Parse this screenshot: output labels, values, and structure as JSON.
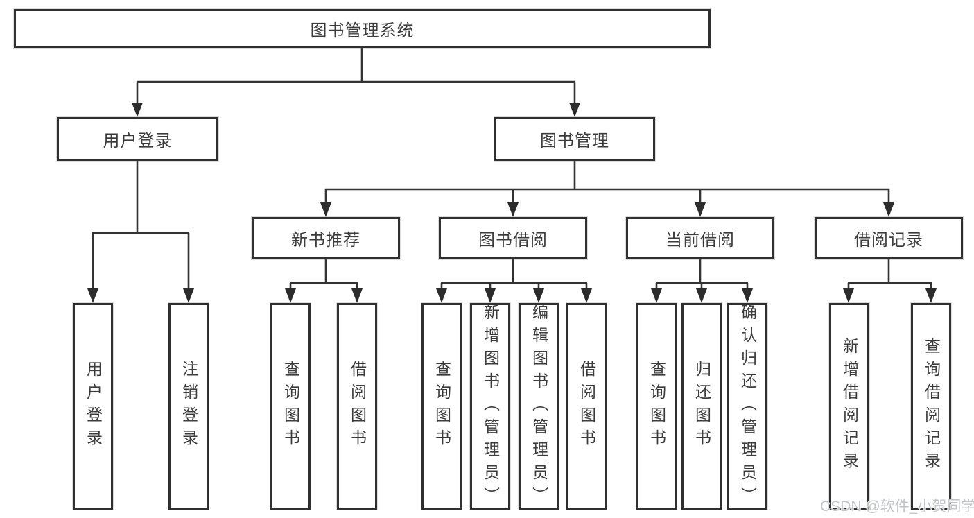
{
  "diagram": {
    "root": "图书管理系统",
    "level2": [
      "用户登录",
      "图书管理"
    ],
    "level3": [
      "新书推荐",
      "图书借阅",
      "当前借阅",
      "借阅记录"
    ],
    "leaves_user": [
      "用户登录",
      "注销登录"
    ],
    "leaves_newbook": [
      "查询图书",
      "借阅图书"
    ],
    "leaves_borrow": [
      "查询图书",
      "新增图书（管理员）",
      "编辑图书（管理员）",
      "借阅图书"
    ],
    "leaves_current": [
      "查询图书",
      "归还图书",
      "确认归还（管理员）"
    ],
    "leaves_records": [
      "新增借阅记录",
      "查询借阅记录"
    ]
  },
  "watermark": "CSDN @软件_小贺同学",
  "colors": {
    "line": "#333333",
    "box_border": "#303030",
    "text": "#3c3c3c",
    "watermark": "#c2c5c9",
    "background": "#ffffff"
  }
}
